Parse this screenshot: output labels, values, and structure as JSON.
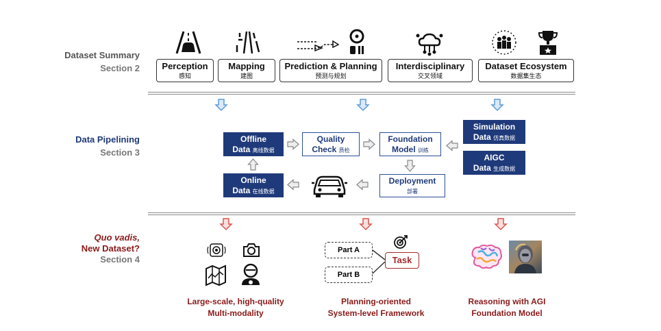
{
  "sections": {
    "summary": {
      "title": "Dataset Summary",
      "sub": "Section 2"
    },
    "pipeline": {
      "title": "Data Pipelining",
      "sub": "Section 3"
    },
    "future": {
      "title_italic": "Quo vadis,",
      "title2": "New Dataset?",
      "sub": "Section 4"
    }
  },
  "categories": [
    {
      "en": "Perception",
      "zh": "感知"
    },
    {
      "en": "Mapping",
      "zh": "建图"
    },
    {
      "en": "Prediction & Planning",
      "zh": "预测与规划"
    },
    {
      "en": "Interdisciplinary",
      "zh": "交叉领域"
    },
    {
      "en": "Dataset Ecosystem",
      "zh": "数据集生态"
    }
  ],
  "pipeline": {
    "offline": {
      "en1": "Offline",
      "en2": "Data",
      "zh": "离线数据"
    },
    "quality": {
      "en1": "Quality",
      "en2": "Check",
      "zh": "质检"
    },
    "foundation": {
      "en1": "Foundation",
      "en2": "Model",
      "zh": "训练"
    },
    "simulation": {
      "en1": "Simulation",
      "en2": "Data",
      "zh": "仿真数据"
    },
    "aigc": {
      "en1": "AIGC",
      "en2": "Data",
      "zh": "生成数据"
    },
    "online": {
      "en1": "Online",
      "en2": "Data",
      "zh": "在线数据"
    },
    "deployment": {
      "en": "Deployment",
      "zh": "部署"
    }
  },
  "future": {
    "part_a": "Part A",
    "part_b": "Part B",
    "task": "Task",
    "captions": [
      {
        "l1": "Large-scale, high-quality",
        "l2": "Multi-modality"
      },
      {
        "l1": "Planning-oriented",
        "l2": "System-level Framework"
      },
      {
        "l1": "Reasoning with AGI",
        "l2": "Foundation Model"
      }
    ]
  },
  "colors": {
    "navy": "#1f3a7a",
    "red": "#8b1a1a",
    "blue_arrow": "#5b9bd5",
    "red_arrow": "#d9534f"
  }
}
